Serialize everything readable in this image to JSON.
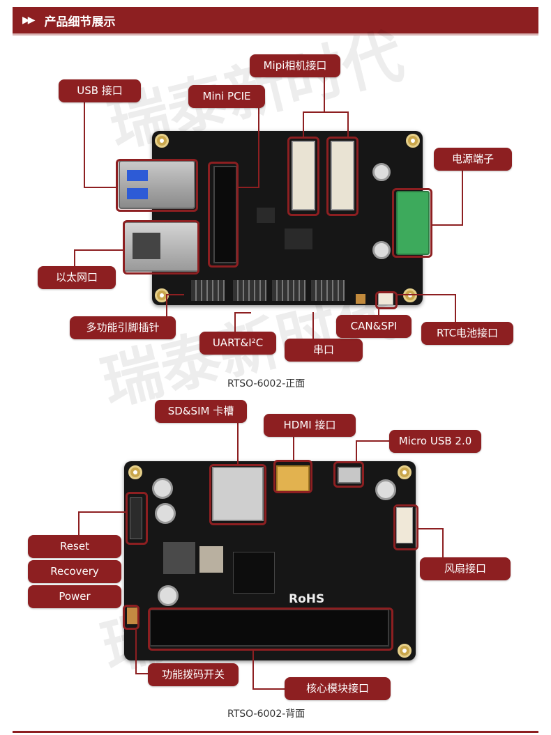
{
  "header": {
    "arrows": "▶▶",
    "title": "产品细节展示"
  },
  "watermark": "瑞泰新时代",
  "front": {
    "caption": "RTSO-6002-正面",
    "labels": {
      "usb": "USB 接口",
      "mini_pcie": "Mini PCIE",
      "mipi": "Mipi相机接口",
      "power_terminal": "电源端子",
      "ethernet": "以太网口",
      "gpio": "多功能引脚插针",
      "uart_i2c": "UART&I²C",
      "serial": "串口",
      "can_spi": "CAN&SPI",
      "rtc": "RTC电池接口"
    }
  },
  "back": {
    "caption": "RTSO-6002-背面",
    "silk_rohs": "RoHS",
    "labels": {
      "sd_sim": "SD&SIM 卡槽",
      "hdmi": "HDMI 接口",
      "micro_usb": "Micro USB 2.0",
      "reset": "Reset",
      "recovery": "Recovery",
      "power": "Power",
      "fan": "风扇接口",
      "dip_switch": "功能拨码开关",
      "core_module": "核心模块接口"
    }
  },
  "colors": {
    "accent": "#8d1f21",
    "pcb": "#161616",
    "gold": "#c9a64c",
    "terminal": "#3daa5c"
  }
}
